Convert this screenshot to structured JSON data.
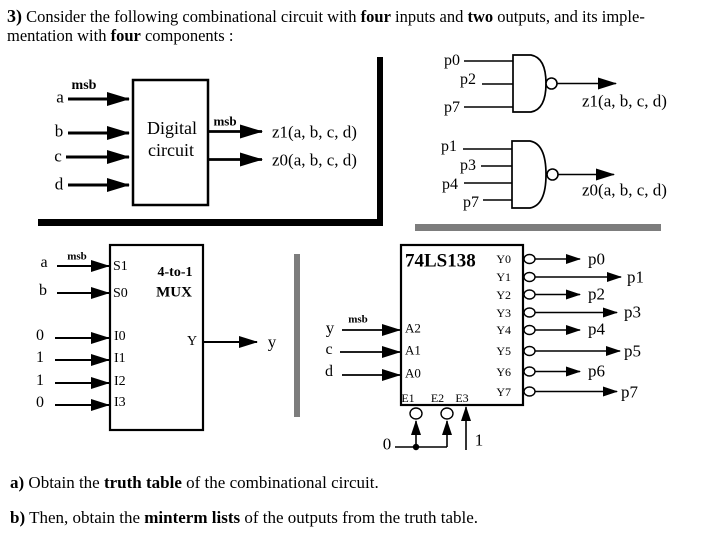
{
  "problem": {
    "number": "3)",
    "line1_a": " Consider the following combinational circuit with ",
    "bold_four_1": "four",
    "line1_b": " inputs and ",
    "bold_two": "two",
    "line1_c": " outputs, and its imple-",
    "line2_a": "mentation with ",
    "bold_four_2": "four",
    "line2_b": " components :"
  },
  "block_diagram": {
    "msb_in": "msb",
    "msb_out": "msb",
    "inputs": [
      "a",
      "b",
      "c",
      "d"
    ],
    "box_line1": "Digital",
    "box_line2": "circuit",
    "output_z1": "z1(a, b, c, d)",
    "output_z0": "z0(a, b, c, d)"
  },
  "nand_z1": {
    "inputs": [
      "p0",
      "p2",
      "p7"
    ],
    "output": "z1(a, b, c, d)"
  },
  "nand_z0": {
    "inputs": [
      "p1",
      "p3",
      "p4",
      "p7"
    ],
    "output": "z0(a, b, c, d)"
  },
  "mux": {
    "select_signals": [
      "a",
      "b"
    ],
    "msb": "msb",
    "select_pins": [
      "S1",
      "S0"
    ],
    "title_line1": "4-to-1",
    "title_line2": "MUX",
    "data_values": [
      "0",
      "1",
      "1",
      "0"
    ],
    "data_pins": [
      "I0",
      "I1",
      "I2",
      "I3"
    ],
    "output_pin": "Y",
    "output_signal": "y"
  },
  "decoder": {
    "chip": "74LS138",
    "msb": "msb",
    "input_signals": [
      "y",
      "c",
      "d"
    ],
    "address_pins": [
      "A2",
      "A1",
      "A0"
    ],
    "output_pins": [
      "Y0",
      "Y1",
      "Y2",
      "Y3",
      "Y4",
      "Y5",
      "Y6",
      "Y7"
    ],
    "output_signals": [
      "p0",
      "p1",
      "p2",
      "p3",
      "p4",
      "p5",
      "p6",
      "p7"
    ],
    "enable_pins": [
      "E1",
      "E2",
      "E3"
    ],
    "enable_low": "0",
    "enable_high": "1"
  },
  "questions": {
    "a_num": "a)",
    "a_1": " Obtain the ",
    "a_bold": "truth table",
    "a_2": " of the combinational circuit.",
    "b_num": "b)",
    "b_1": " Then, obtain the ",
    "b_bold": "minterm lists",
    "b_2": " of the outputs from the truth table."
  },
  "colors": {
    "ink": "#000000",
    "separator_gray": "#7d7d7d"
  }
}
